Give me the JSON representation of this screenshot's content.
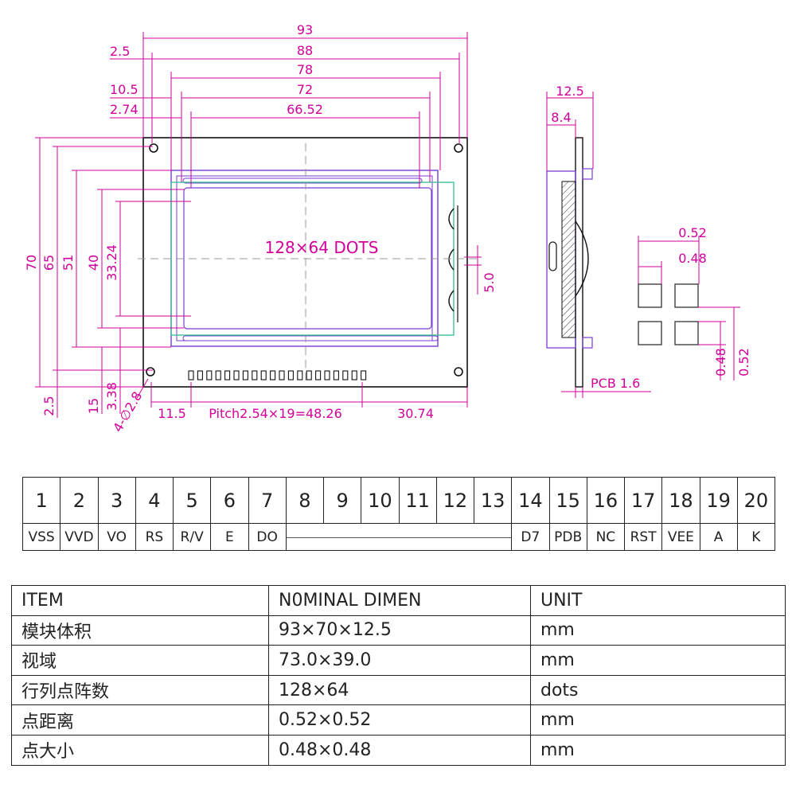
{
  "dimensions": {
    "top": [
      "93",
      "88",
      "78",
      "72",
      "66.52"
    ],
    "top_left": [
      "2.5",
      "10.5",
      "2.74"
    ],
    "left": [
      "70",
      "65",
      "51",
      "40",
      "33.24"
    ],
    "left_bottom": [
      "2.5",
      "15",
      "3.38"
    ],
    "hole": "4-∅2.8",
    "bottom": [
      "11.5",
      "Pitch2.54×19=48.26",
      "30.74"
    ],
    "connector_offset": "5.0",
    "side": [
      "12.5",
      "8.4"
    ],
    "pcb": "PCB  1.6",
    "dot": [
      "0.52",
      "0.48",
      "0.48",
      "0.52"
    ],
    "center_label": "128×64  DOTS"
  },
  "colors": {
    "dimension": "#d1009b",
    "outline": "#111111",
    "viewing_area": "#7b3bd6",
    "active_area": "#2fbf8f"
  },
  "pins": {
    "numbers": [
      "1",
      "2",
      "3",
      "4",
      "5",
      "6",
      "7",
      "8",
      "9",
      "10",
      "11",
      "12",
      "13",
      "14",
      "15",
      "16",
      "17",
      "18",
      "19",
      "20"
    ],
    "names": [
      "VSS",
      "VVD",
      "VO",
      "RS",
      "R/V",
      "E",
      "DO",
      "",
      "",
      "",
      "",
      "",
      "",
      "D7",
      "PDB",
      "NC",
      "RST",
      "VEE",
      "A",
      "K"
    ]
  },
  "specs": {
    "headers": [
      "ITEM",
      "N0MINAL DIMEN",
      "UNIT"
    ],
    "rows": [
      [
        "模块体积",
        "93×70×12.5",
        "mm"
      ],
      [
        "视域",
        "73.0×39.0",
        "mm"
      ],
      [
        "行列点阵数",
        "128×64",
        "dots"
      ],
      [
        "点距离",
        "0.52×0.52",
        "mm"
      ],
      [
        "点大小",
        "0.48×0.48",
        "mm"
      ]
    ]
  }
}
